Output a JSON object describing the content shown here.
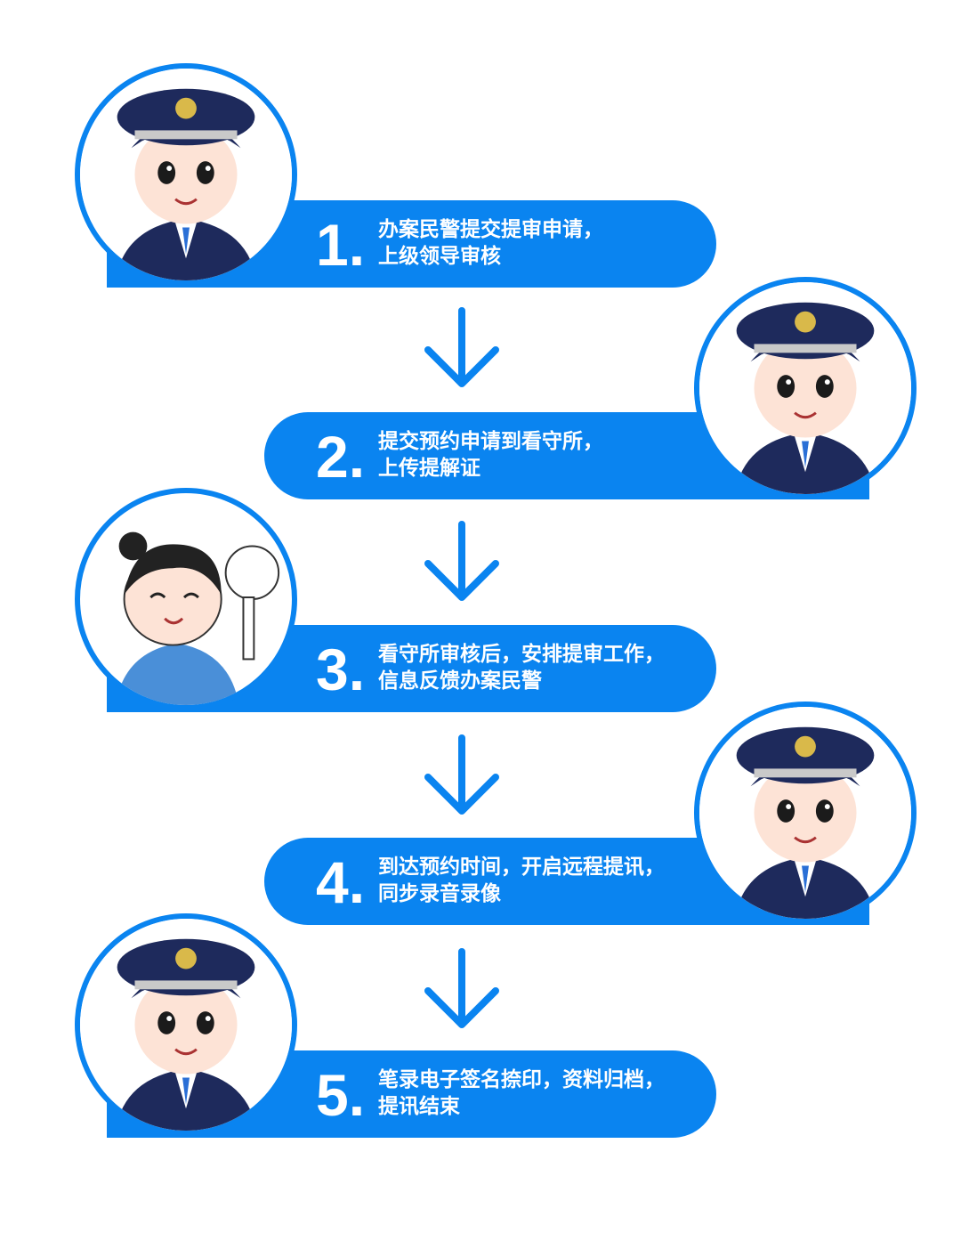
{
  "accent_color": "#0a84f0",
  "steps": [
    {
      "number": "1.",
      "line1": "办案民警提交提审申请，",
      "line2": "上级领导审核",
      "character": "saluting-police-officer"
    },
    {
      "number": "2.",
      "line1": "提交预约申请到看守所，",
      "line2": "上传提解证",
      "character": "pointing-police-officer"
    },
    {
      "number": "3.",
      "line1": "看守所审核后，安排提审工作，",
      "line2": "信息反馈办案民警",
      "character": "ok-gesture-police-officer"
    },
    {
      "number": "4.",
      "line1": "到达预约时间，开启远程提讯，",
      "line2": "同步录音录像",
      "character": "pointing-police-officer"
    },
    {
      "number": "5.",
      "line1": "笔录电子签名捺印，资料归档，",
      "line2": "提讯结束",
      "character": "saluting-police-officer"
    }
  ]
}
